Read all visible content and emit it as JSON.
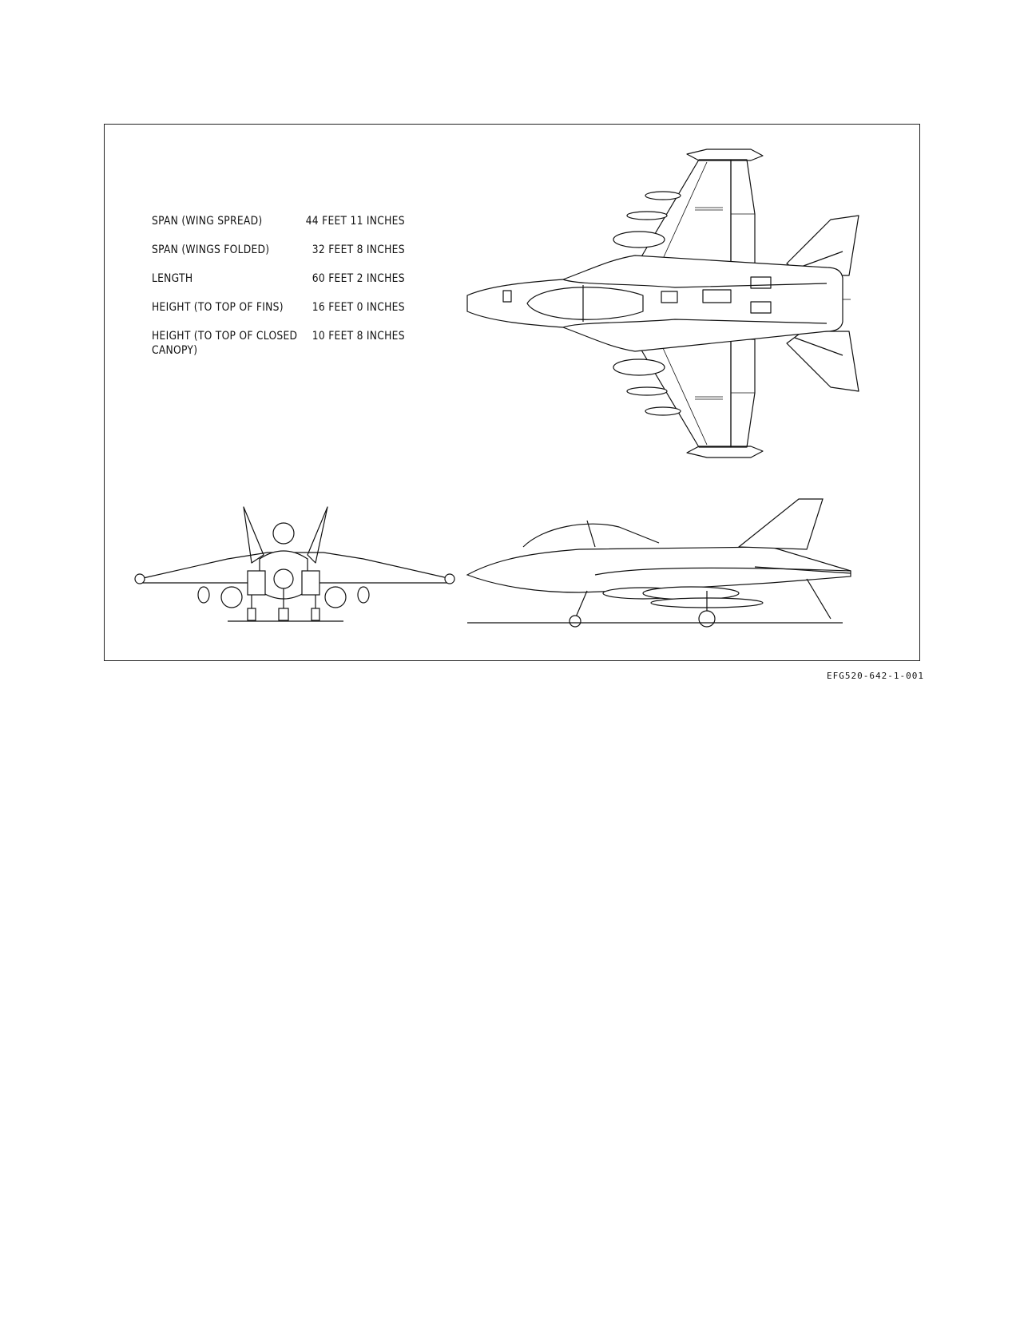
{
  "dimensions": [
    {
      "label": "SPAN (WING SPREAD)",
      "value": "44 FEET 11 INCHES"
    },
    {
      "label": "SPAN (WINGS FOLDED)",
      "value": "32 FEET 8 INCHES"
    },
    {
      "label": "LENGTH",
      "value": "60 FEET 2 INCHES"
    },
    {
      "label": "HEIGHT (TO TOP OF FINS)",
      "value": "16 FEET 0 INCHES"
    },
    {
      "label": "HEIGHT (TO TOP OF CLOSED\nCANOPY)",
      "value": "10 FEET 8 INCHES"
    }
  ],
  "figure_id": "EFG520-642-1-001"
}
